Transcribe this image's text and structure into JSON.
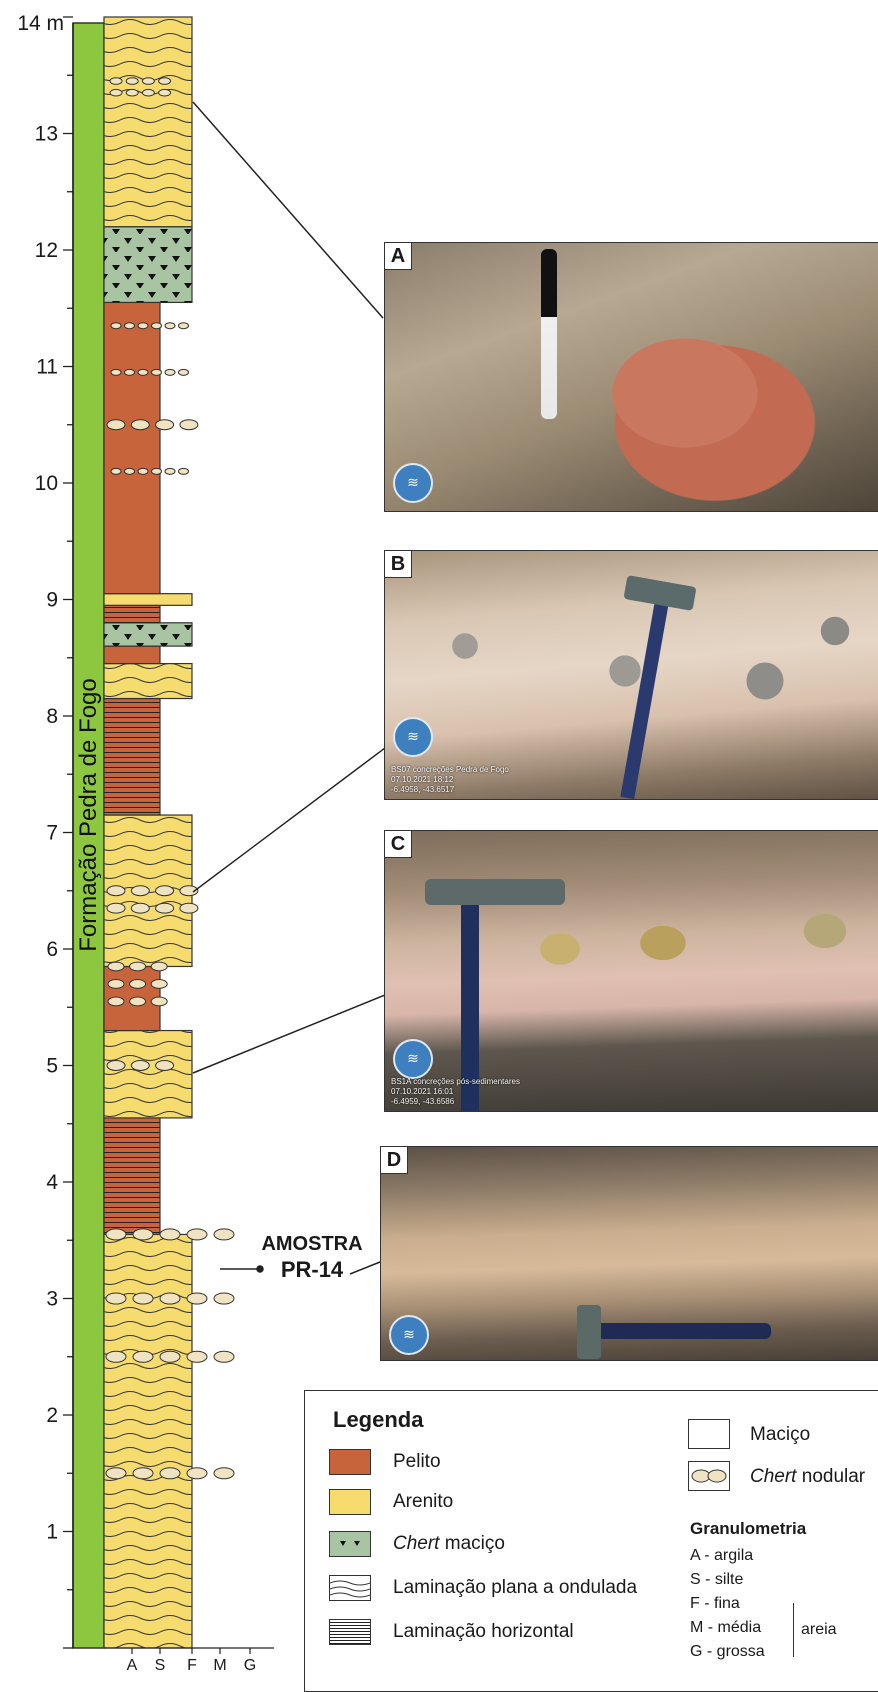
{
  "axis": {
    "unit_label": "14 m",
    "ticks": [
      "1",
      "2",
      "3",
      "4",
      "5",
      "6",
      "7",
      "8",
      "9",
      "10",
      "11",
      "12",
      "13"
    ],
    "grain_ticks": [
      "A",
      "S",
      "F",
      "M",
      "G"
    ]
  },
  "formation_label": "Formação Pedra de Fogo",
  "sample": {
    "line1": "AMOSTRA",
    "line2": "PR-14"
  },
  "photos": [
    {
      "label": "A",
      "stamp": ""
    },
    {
      "label": "B",
      "stamp": "BS07 concreções Pedra de Fogo\n07.10.2021 18:12\n-6.4958, -43.6517"
    },
    {
      "label": "C",
      "stamp": "BS1A concreções pós-sedimentares\n07.10.2021 16:01\n-6.4959, -43.6586"
    },
    {
      "label": "D",
      "stamp": ""
    }
  ],
  "legend": {
    "title": "Legenda",
    "items": [
      {
        "key": "pelito",
        "text": "Pelito"
      },
      {
        "key": "arenito",
        "text": "Arenito"
      },
      {
        "key": "chert_macico",
        "text_em": "Chert",
        "text": " maciço"
      },
      {
        "key": "lam_plana",
        "text": "Laminação plana a ondulada"
      },
      {
        "key": "lam_horizontal",
        "text": "Laminação horizontal"
      }
    ],
    "right_items": [
      {
        "key": "macico",
        "text": "Maciço"
      },
      {
        "key": "chert_nodular",
        "text_em": "Chert",
        "text": " nodular"
      }
    ],
    "granulometria": {
      "title": "Granulometria",
      "items": [
        "A - argila",
        "S - silte",
        "F - fina",
        "M - média",
        "G - grossa"
      ],
      "group": "areia"
    }
  },
  "colors": {
    "formation_green": "#8dc63f",
    "pelito": "#c8643c",
    "arenito": "#f6dc6e",
    "chert": "#a8c4a2",
    "nodule": "#efe3c2"
  }
}
